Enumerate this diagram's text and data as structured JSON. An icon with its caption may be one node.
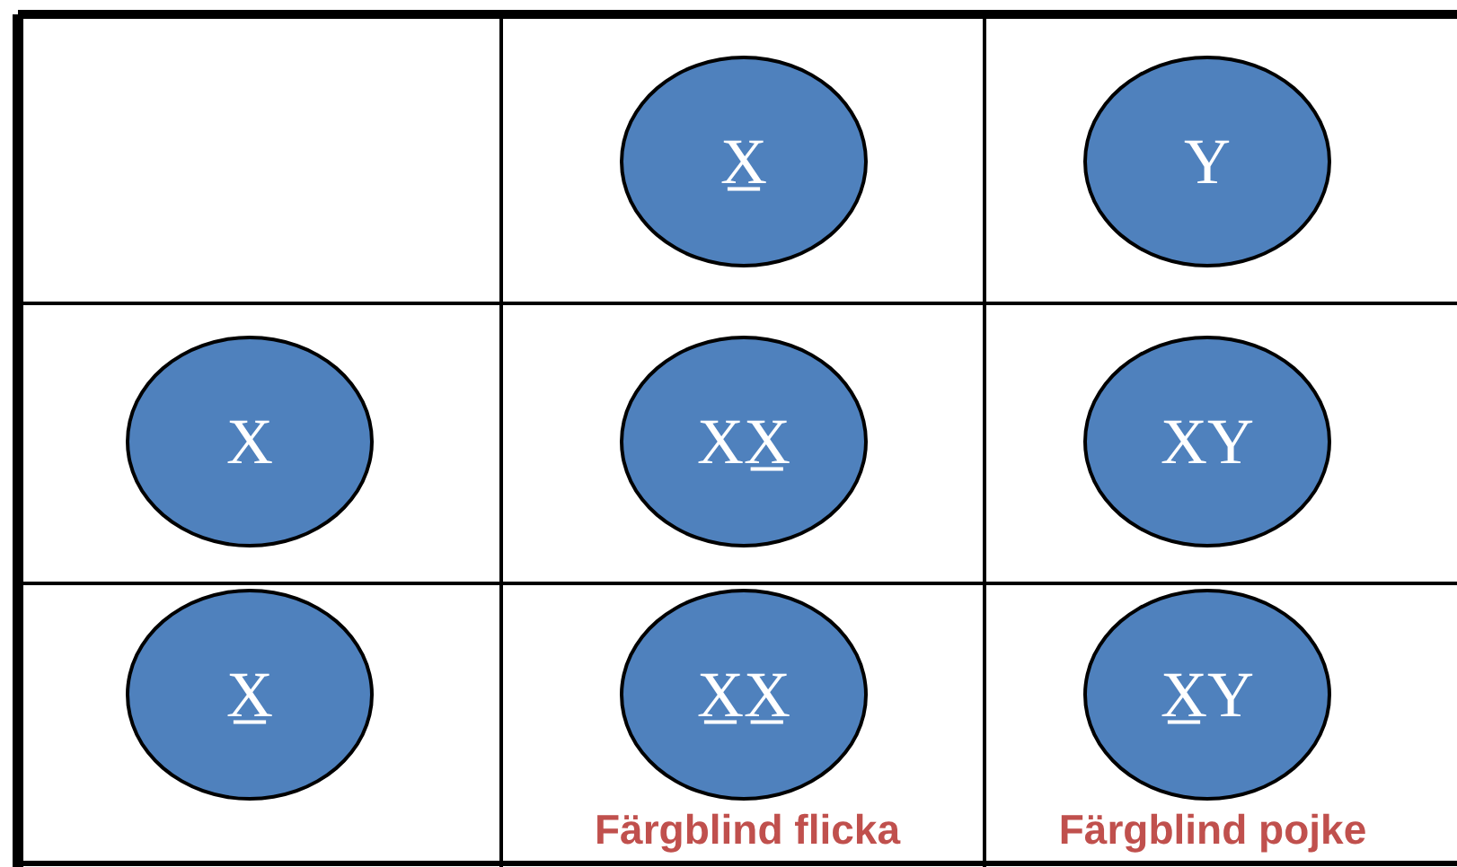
{
  "diagram": {
    "nodes": [
      {
        "text": [
          "X̲"
        ]
      },
      {
        "text": [
          "Y"
        ]
      },
      {
        "text": [
          "X"
        ]
      },
      {
        "text": [
          "XX̲"
        ]
      },
      {
        "text": [
          "XY"
        ]
      },
      {
        "text": [
          "X̲"
        ]
      },
      {
        "text": [
          "X̲X̲"
        ],
        "beside": [
          "Färgblind flicka"
        ]
      },
      {
        "text": [
          "X̲Y"
        ],
        "beside": [
          "Färgblind pojke"
        ]
      }
    ]
  }
}
